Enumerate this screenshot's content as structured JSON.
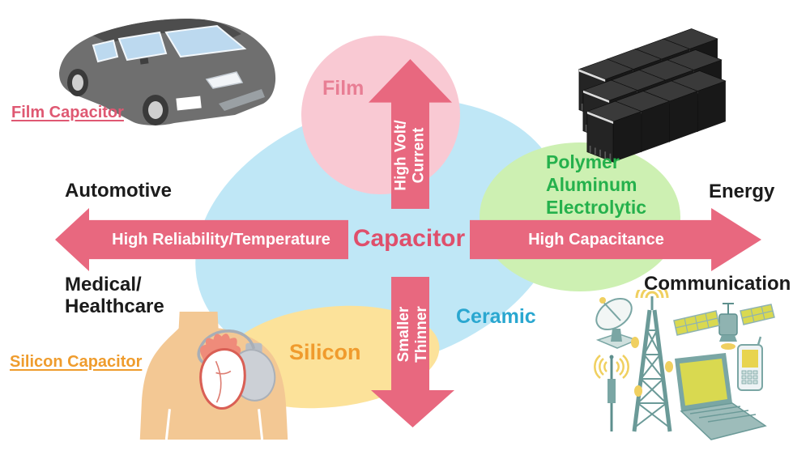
{
  "colors": {
    "arrow-pink": "#e8687f",
    "film-ellipse": "#f9c9d3",
    "ceramic-ellipse": "#bfe7f6",
    "polymer-ellipse": "#cdf0b2",
    "silicon-ellipse": "#fce29a",
    "capacitor-text": "#df4f6b",
    "film-text": "#e87e94",
    "ceramic-text": "#2aa7d0",
    "silicon-text": "#f09b2d",
    "polymer-text": "#25b14c",
    "film-link": "#df5872",
    "silicon-link": "#ef9c2d",
    "app-text": "#1b1b1b",
    "arrow-label": "#ffffff"
  },
  "center_label": "Capacitor",
  "axes": {
    "left": "High Reliability/Temperature",
    "right": "High Capacitance",
    "up_line1": "High Volt/",
    "up_line2": "Current",
    "down_line1": "Smaller",
    "down_line2": "Thinner"
  },
  "capacitor_types": {
    "film": "Film",
    "ceramic": "Ceramic",
    "silicon": "Silicon",
    "polymer_line1": "Polymer",
    "polymer_line2": "Aluminum",
    "polymer_line3": "Electrolytic"
  },
  "applications": {
    "automotive": "Automotive",
    "energy": "Energy",
    "communication": "Communication",
    "medical_line1": "Medical/",
    "medical_line2": "Healthcare"
  },
  "links": {
    "film_capacitor": "Film Capacitor",
    "silicon_capacitor": "Silicon Capacitor"
  },
  "illustrations": {
    "car": "gray-sedan-car",
    "servers": "server-rack-cluster",
    "torso": "patient-torso-with-pacemaker-heart",
    "communication": "communication-devices-tower-satellite-laptop-phone"
  }
}
